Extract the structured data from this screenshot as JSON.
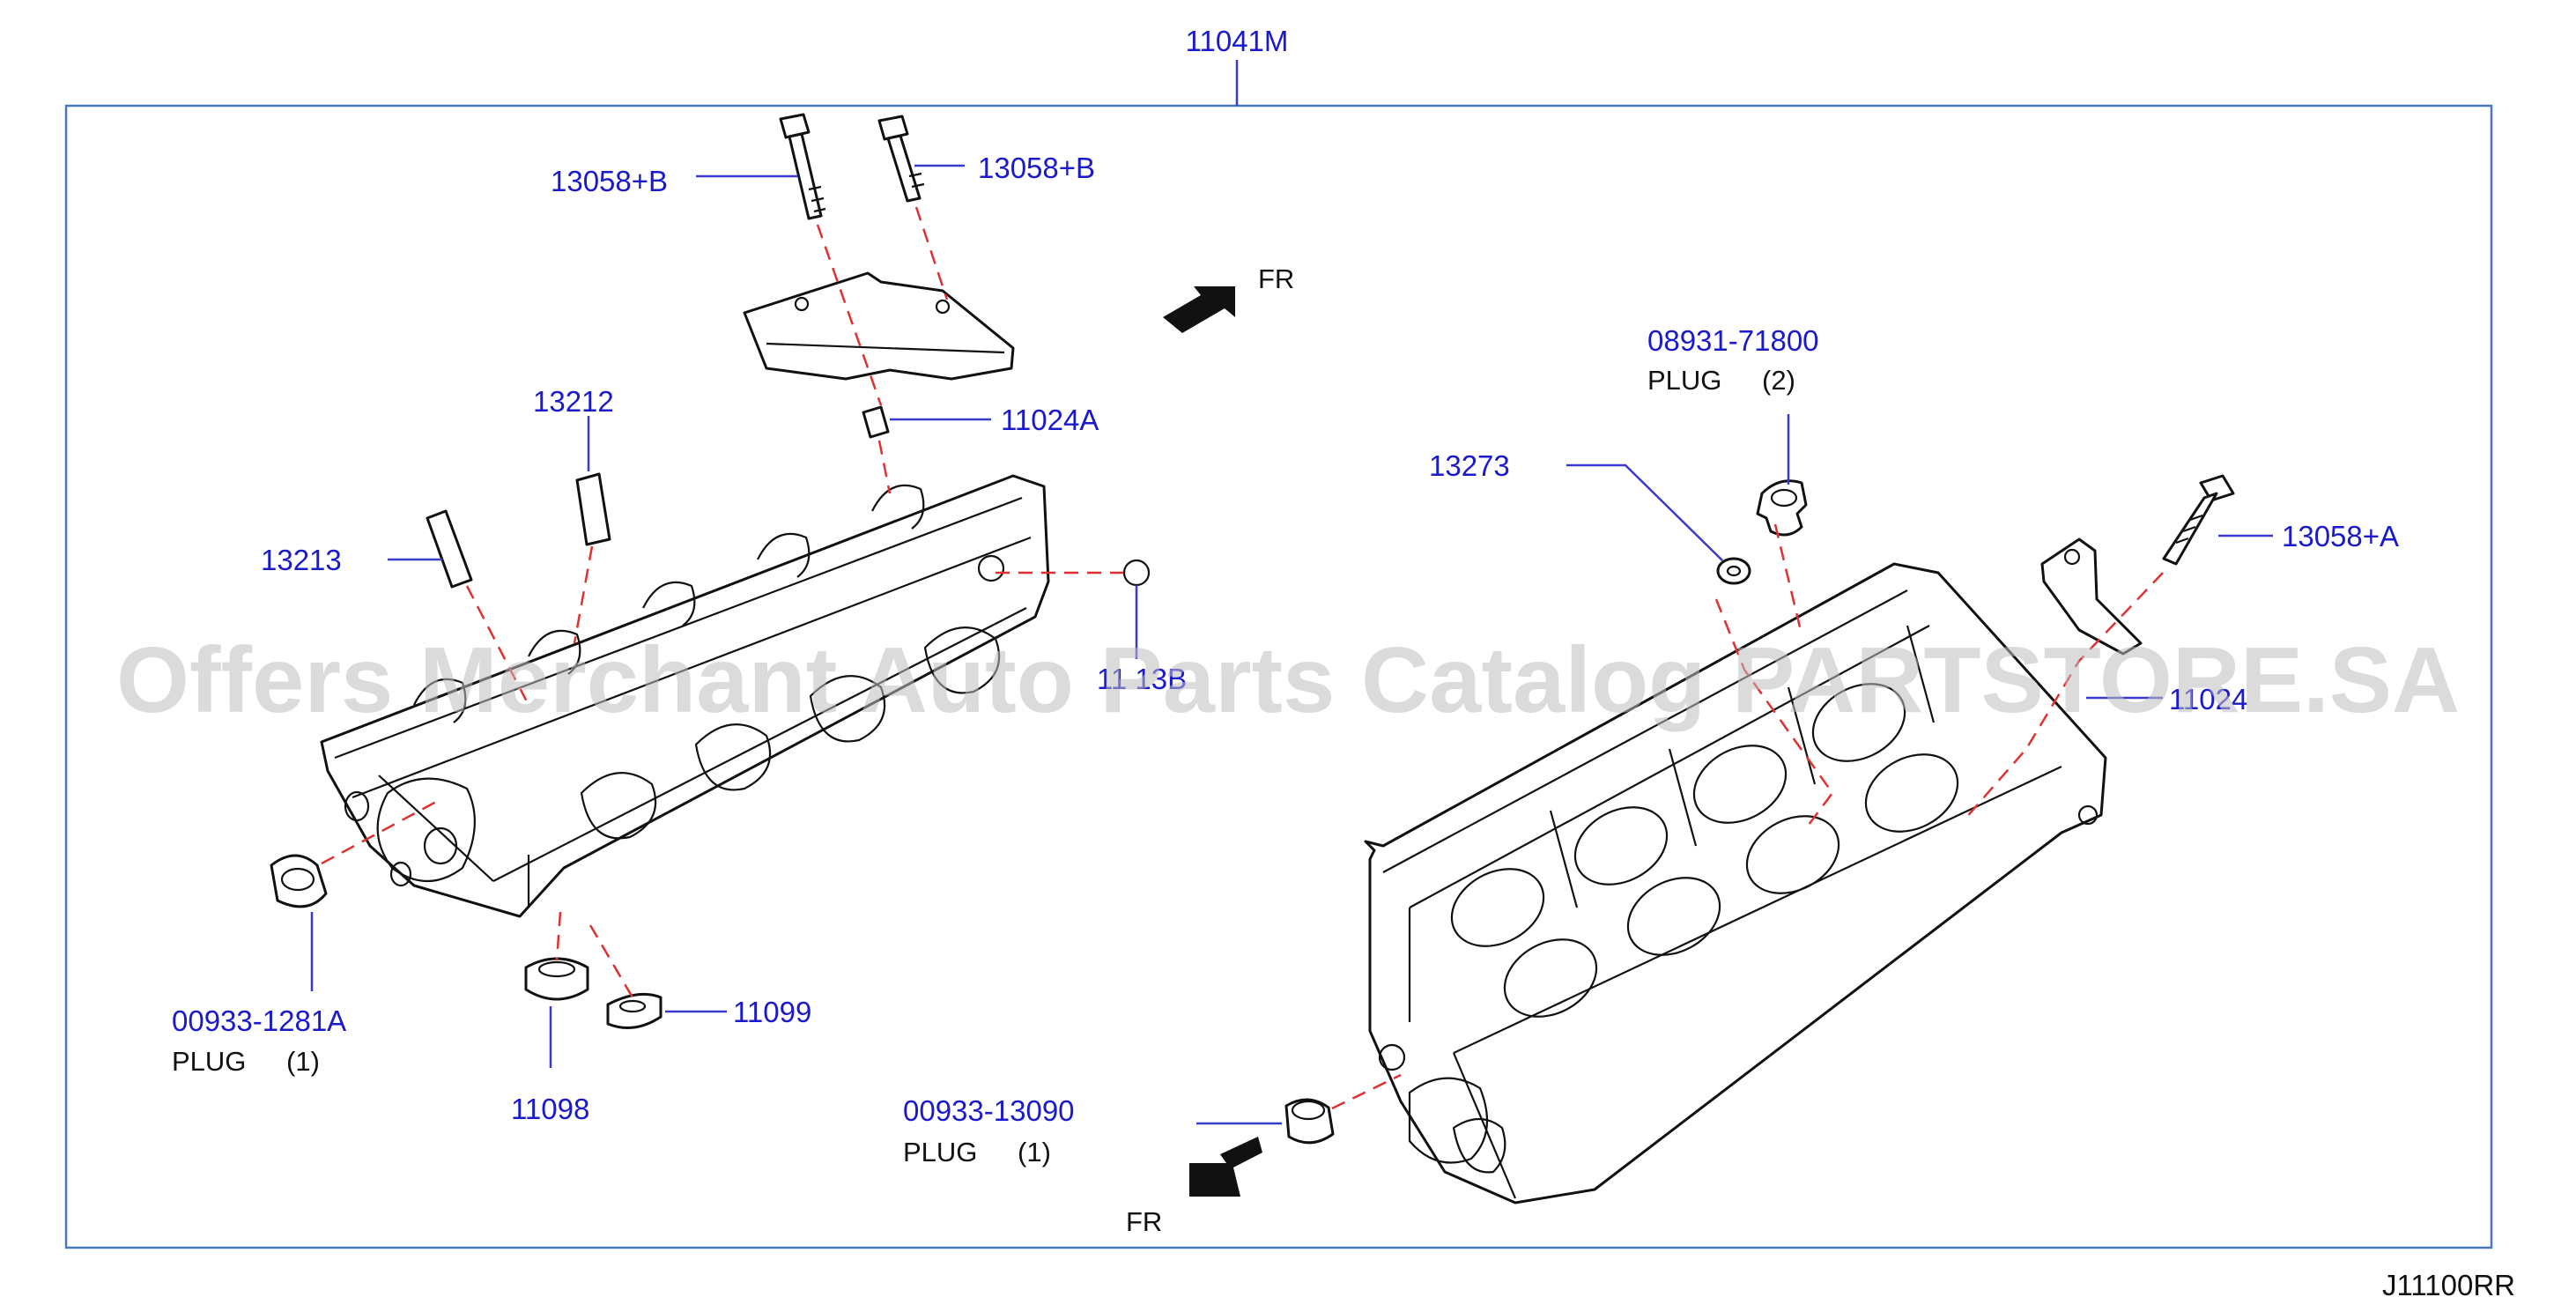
{
  "diagram": {
    "assembly_label": "11041M",
    "diagram_code": "J11100RR",
    "watermark": "Offers Merchant Auto Parts Catalog PARTSTORE.SA",
    "colors": {
      "callout": "#1a1acc",
      "leader": "#3a3acc",
      "centerline": "#e03030",
      "frame": "#4a78b8"
    },
    "direction_labels": {
      "fr_top": "FR",
      "fr_bottom": "FR"
    },
    "callouts": {
      "bolt_b_left": "13058+B",
      "bolt_b_right": "13058+B",
      "dowel_11024a": "11024A",
      "pin_13212": "13212",
      "pin_13213": "13213",
      "plug_right_top_pn": "08931-71800",
      "plug_right_top_desc": "PLUG",
      "plug_right_top_qty": "(2)",
      "washer_13273": "13273",
      "bolt_a": "13058+A",
      "partial_left": "11 13B",
      "partial_right": "11024",
      "plug_left_pn": "00933-1281A",
      "plug_left_desc": "PLUG",
      "plug_left_qty": "(1)",
      "seal_11098": "11098",
      "seal_11099": "11099",
      "plug_bottom_pn": "00933-13090",
      "plug_bottom_desc": "PLUG",
      "plug_bottom_qty": "(1)"
    }
  }
}
